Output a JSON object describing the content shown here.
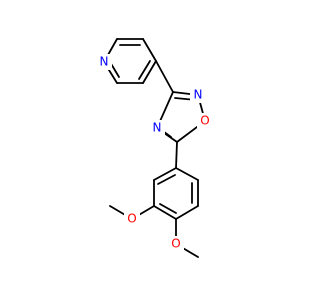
{
  "molecule": {
    "atoms": {
      "pyridine_n": {
        "symbol": "N",
        "color": "#0000ff"
      },
      "ring_n_top": {
        "symbol": "N",
        "color": "#0000ff"
      },
      "ring_o": {
        "symbol": "O",
        "color": "#ff0000"
      },
      "ring_n_left": {
        "symbol": "N",
        "color": "#0000ff"
      },
      "methoxy_o_meta": {
        "symbol": "O",
        "color": "#ff0000"
      },
      "methoxy_o_para": {
        "symbol": "O",
        "color": "#ff0000"
      }
    },
    "bond_color": "#000000"
  }
}
